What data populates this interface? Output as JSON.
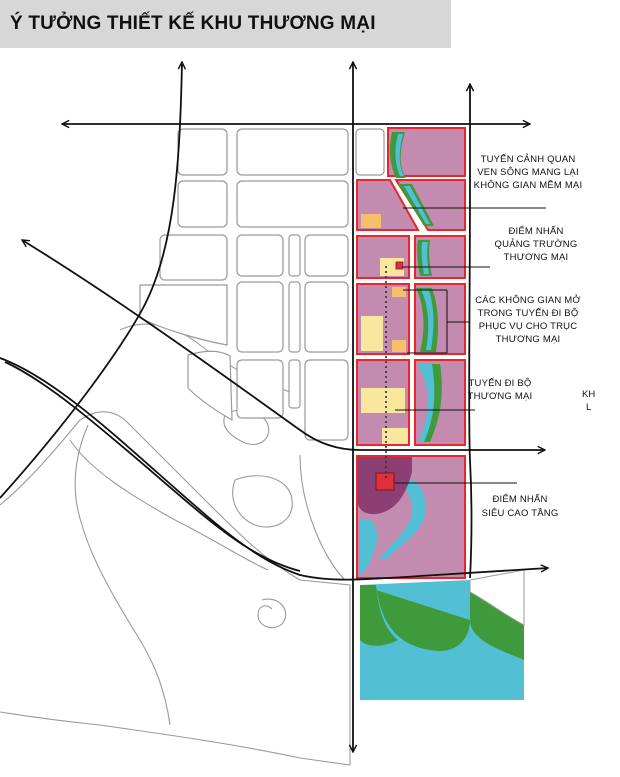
{
  "title": "Ý TƯỞNG THIẾT KẾ KHU THƯƠNG MẠI",
  "colors": {
    "commercial_block": "#c48bb0",
    "block_outline": "#e8262c",
    "river_water": "#52bfd4",
    "green_corridor": "#3f9a3c",
    "pedestrian_plaza": "#f9e7a0",
    "plaza_accent": "#f4c06b",
    "tower_highlight": "#e0303e",
    "tower_zone": "#8d3f73",
    "title_band": "#d7d7d7"
  },
  "annotations": [
    {
      "id": "riverside-landscape",
      "lines": [
        "TUYẾN CẢNH QUAN",
        "VEN SÔNG MANG LẠI",
        "KHÔNG GIAN MỀM MẠI"
      ]
    },
    {
      "id": "square-landmark",
      "lines": [
        "ĐIỂM NHẤN",
        "QUẢNG TRƯỜNG",
        "THƯƠNG MẠI"
      ]
    },
    {
      "id": "open-spaces",
      "lines": [
        "CÁC KHÔNG GIAN MỞ",
        "TRONG TUYẾN ĐI BỘ",
        "PHỤC VỤ CHO TRỤC",
        "THƯƠNG MẠI"
      ]
    },
    {
      "id": "pedestrian-route",
      "lines": [
        "TUYẾN ĐI BỘ",
        "THƯƠNG MẠI"
      ]
    },
    {
      "id": "highrise-landmark",
      "lines": [
        "ĐIỂM NHẤN",
        "SIÊU CAO TẦNG"
      ]
    }
  ],
  "cut_off_text": [
    "KH",
    "L"
  ]
}
